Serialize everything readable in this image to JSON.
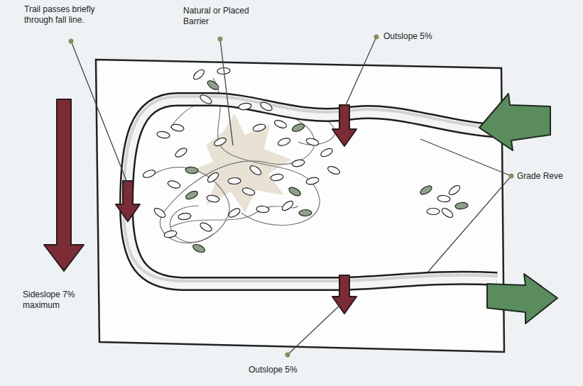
{
  "diagram": {
    "labels": [
      "Trail passes briefly through fall line.",
      "Natural or Placed Barrier",
      "Outslope 5%",
      "Grade Reve",
      "Sideslope 7% maximum",
      "Outslope 5%"
    ]
  }
}
